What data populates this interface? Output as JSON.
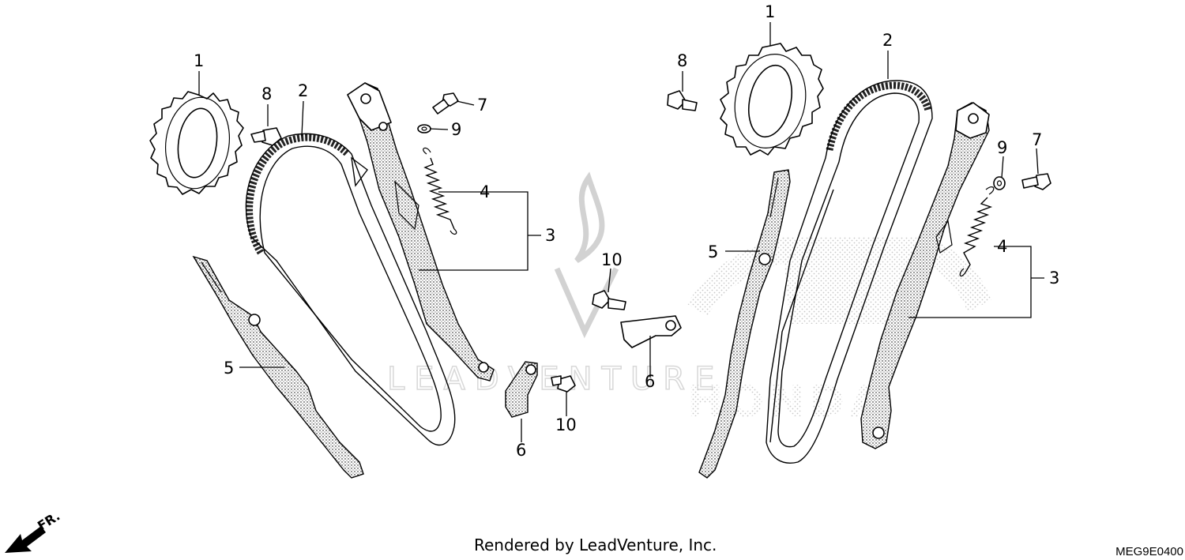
{
  "callouts": {
    "left": {
      "sprocket": "1",
      "chain": "2",
      "tensioner_arm": "3",
      "spring": "4",
      "guide": "5",
      "plate": "6",
      "bolt_small": "7",
      "bolt_flange": "8",
      "washer": "9",
      "bolt_plate": "10"
    },
    "right": {
      "sprocket": "1",
      "chain": "2",
      "tensioner_arm": "3",
      "spring": "4",
      "guide": "5",
      "plate": "6",
      "bolt_small": "7",
      "bolt_flange": "8",
      "washer": "9",
      "bolt_plate": "10"
    }
  },
  "direction": {
    "label": "FR."
  },
  "footer": {
    "credit": "Rendered by LeadVenture, Inc.",
    "diagram_code": "MEG9E0400"
  },
  "watermarks": {
    "leadventure": "LEADVENTURE",
    "honda": "HONDA"
  },
  "colors": {
    "line": "#000000",
    "watermark": "#d2d2d2",
    "background": "#ffffff"
  }
}
